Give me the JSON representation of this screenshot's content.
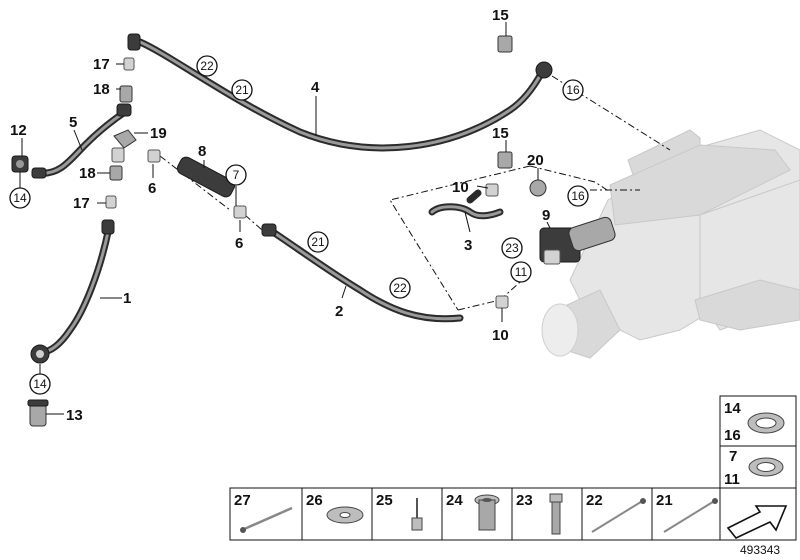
{
  "diagram": {
    "part_labels": {
      "p1": "1",
      "p2": "2",
      "p3": "3",
      "p4": "4",
      "p5": "5",
      "p6a": "6",
      "p6b": "6",
      "p8": "8",
      "p9": "9",
      "p10a": "10",
      "p10b": "10",
      "p12": "12",
      "p13": "13",
      "p15a": "15",
      "p15b": "15",
      "p17a": "17",
      "p17b": "17",
      "p18a": "18",
      "p18b": "18",
      "p19": "19",
      "p20": "20"
    },
    "circled_labels": {
      "c7": "7",
      "c11": "11",
      "c14a": "14",
      "c14b": "14",
      "c16a": "16",
      "c16b": "16",
      "c21a": "21",
      "c21b": "21",
      "c22a": "22",
      "c22b": "22",
      "c23": "23"
    },
    "side_legend": {
      "upper": {
        "top": "14",
        "bottom": "16"
      },
      "lower": {
        "top": "7",
        "bottom": "11"
      }
    },
    "parts_strip": [
      "27",
      "26",
      "25",
      "24",
      "23",
      "22",
      "21"
    ],
    "document_number": "493343",
    "icons": [
      "washer-icon",
      "rivet-icon",
      "rivet-nut-icon",
      "screw-icon",
      "clamp-icon",
      "cable-tie-icon",
      "arrow-icon"
    ]
  }
}
